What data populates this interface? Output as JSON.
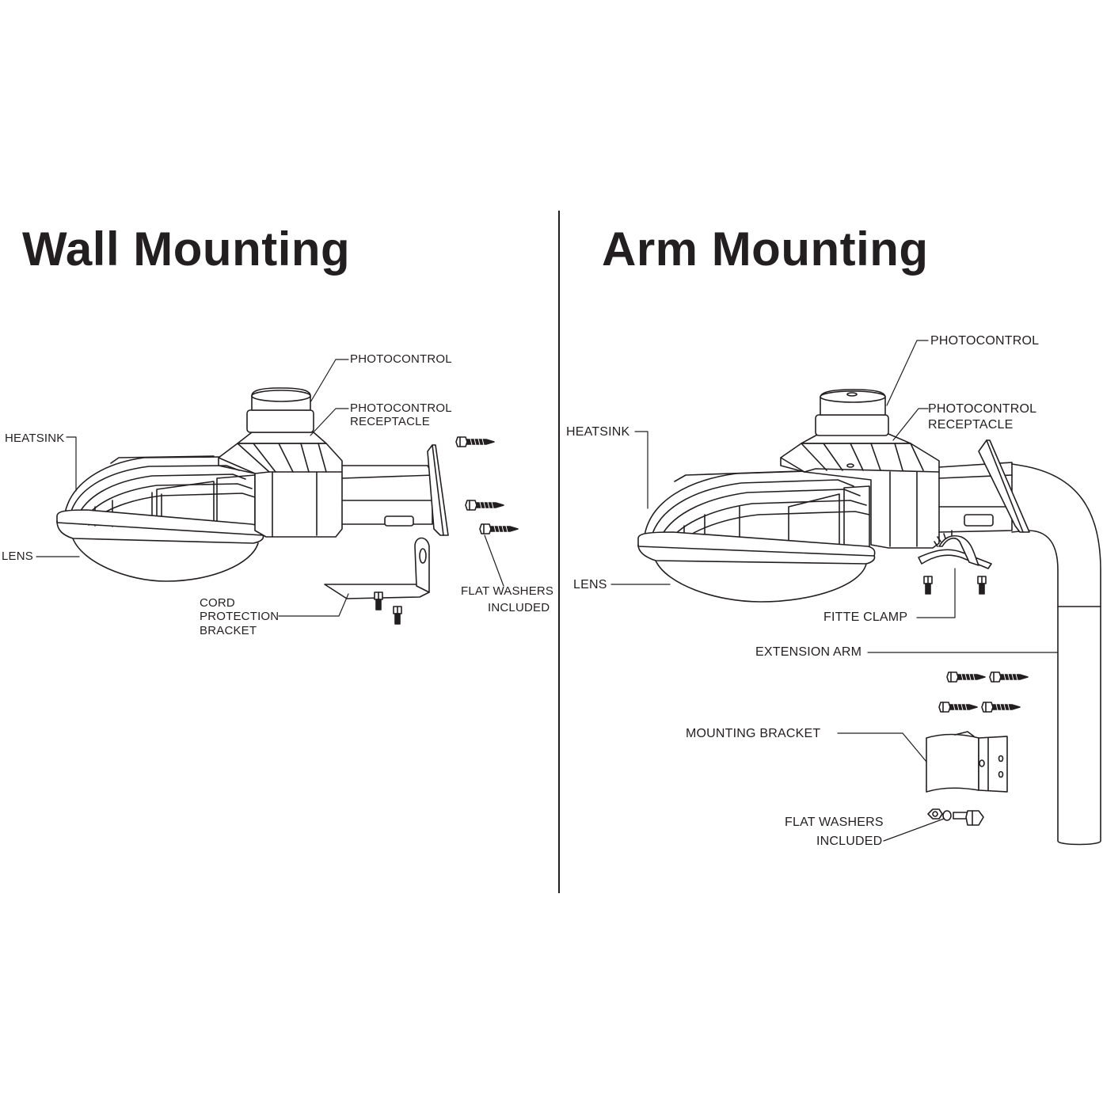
{
  "panels": [
    {
      "title": "Wall Mounting",
      "labels": {
        "photocontrol": "PHOTOCONTROL",
        "receptacle_1": "PHOTOCONTROL",
        "receptacle_2": "RECEPTACLE",
        "heatsink": "HEATSINK",
        "lens": "LENS",
        "cord_1": "CORD",
        "cord_2": "PROTECTION",
        "cord_3": "BRACKET",
        "washers_1": "FLAT WASHERS",
        "washers_2": "INCLUDED"
      }
    },
    {
      "title": "Arm Mounting",
      "labels": {
        "photocontrol": "PHOTOCONTROL",
        "receptacle_1": "PHOTOCONTROL",
        "receptacle_2": "RECEPTACLE",
        "heatsink": "HEATSINK",
        "lens": "LENS",
        "fitte_clamp": "FITTE CLAMP",
        "extension_arm": "EXTENSION ARM",
        "mounting_bracket": "MOUNTING BRACKET",
        "washers_1": "FLAT WASHERS",
        "washers_2": "INCLUDED"
      }
    }
  ],
  "colors": {
    "ink": "#231f20",
    "background": "#ffffff"
  }
}
